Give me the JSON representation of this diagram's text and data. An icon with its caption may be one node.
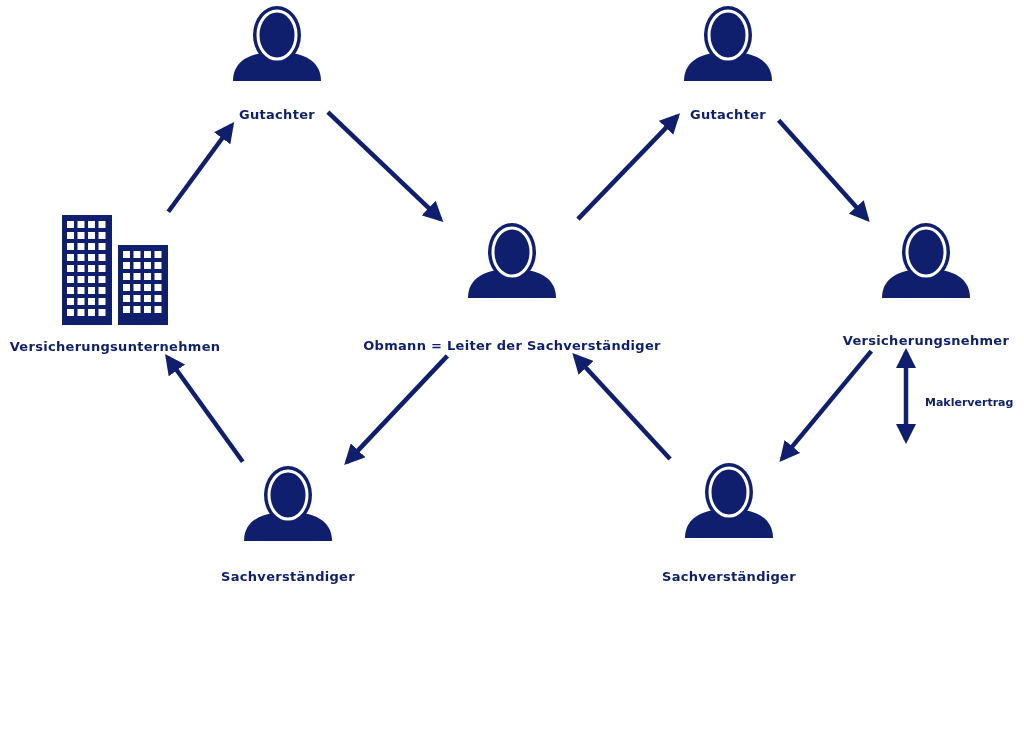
{
  "diagram": {
    "nodes": [
      {
        "text": [
          "Gutachter"
        ]
      },
      {
        "text": [
          "Gutachter"
        ]
      },
      {
        "text": [
          "Versicherungsunternehmen"
        ]
      },
      {
        "text": [
          "Obmann = Leiter der Sachverständiger"
        ]
      },
      {
        "text": [
          "Versicherungsnehmer"
        ]
      },
      {
        "text": [
          "Sachverständiger"
        ]
      },
      {
        "text": [
          "Sachverständiger"
        ]
      }
    ],
    "edges": [
      {
        "from": 2,
        "to": 0,
        "arrow": "to"
      },
      {
        "from": 0,
        "to": 3,
        "arrow": "to"
      },
      {
        "from": 3,
        "to": 1,
        "arrow": "to"
      },
      {
        "from": 1,
        "to": 4,
        "arrow": "to"
      },
      {
        "from": 3,
        "to": 5,
        "arrow": "to"
      },
      {
        "from": 5,
        "to": 2,
        "arrow": "to"
      },
      {
        "from": 6,
        "to": 3,
        "arrow": "to"
      },
      {
        "from": 4,
        "to": 6,
        "arrow": "to"
      },
      {
        "from": 4,
        "to": null,
        "arrow": "both",
        "label": "Maklervertrag"
      }
    ]
  }
}
